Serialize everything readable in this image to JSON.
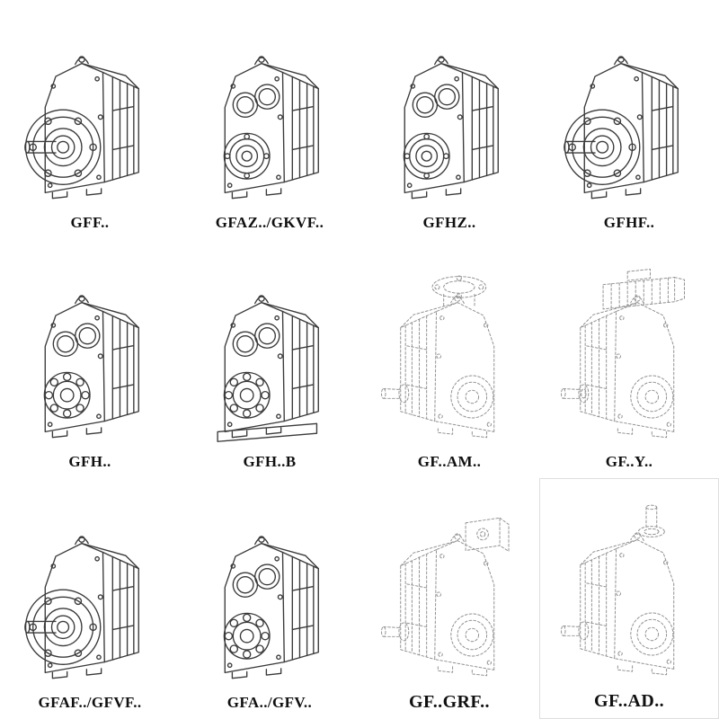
{
  "page": {
    "background": "#ffffff",
    "line_color": "#3a3a3a",
    "faint_line_color": "#929292",
    "label_color": "#101010"
  },
  "products": [
    {
      "label": "GFF..",
      "drawing": "gearbox-output-flange-with-shaft",
      "style": "solid"
    },
    {
      "label": "GFAZ../GKVF..",
      "drawing": "gearbox-hollow-shaft-bores",
      "style": "solid"
    },
    {
      "label": "GFHZ..",
      "drawing": "gearbox-hollow-shaft-bores",
      "style": "solid"
    },
    {
      "label": "GFHF..",
      "drawing": "gearbox-output-flange-with-shaft",
      "style": "solid"
    },
    {
      "label": "GFH..",
      "drawing": "gearbox-bearing-face",
      "style": "solid"
    },
    {
      "label": "GFH..B",
      "drawing": "gearbox-bearing-face-with-base",
      "style": "solid"
    },
    {
      "label": "GF..AM..",
      "drawing": "gearbox-top-motor-adapter-flange",
      "style": "dashed"
    },
    {
      "label": "GF..Y..",
      "drawing": "gearbox-with-mounted-motor",
      "style": "dashed"
    },
    {
      "label": "GFAF../GFVF..",
      "drawing": "gearbox-output-flange-with-shaft",
      "style": "solid"
    },
    {
      "label": "GFA../GFV..",
      "drawing": "gearbox-bearing-face",
      "style": "solid"
    },
    {
      "label": "GF..GRF..",
      "drawing": "gearbox-adapter-box",
      "style": "dashed"
    },
    {
      "label": "GF..AD..",
      "drawing": "gearbox-input-shaft-up",
      "style": "dashed"
    }
  ]
}
